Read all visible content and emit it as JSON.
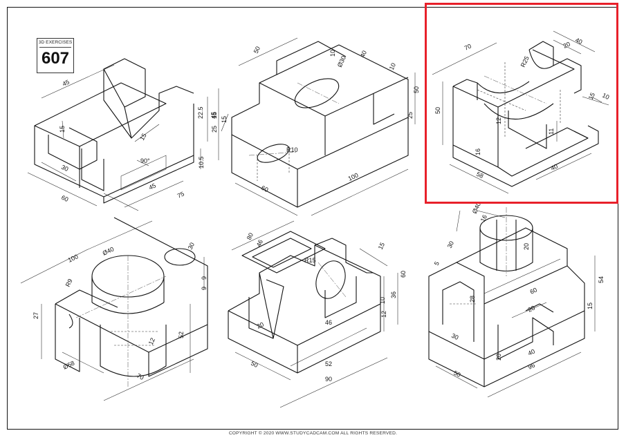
{
  "exercise": {
    "category_label": "3D EXERCISES",
    "number": "607"
  },
  "footer_text": "COPYRIGHT © 2020 WWW.STUDYCADCAM.COM ALL RIGHTS RESERVED.",
  "highlight_color": "#e8202a",
  "drawings": {
    "d1": [
      "45",
      "22.5",
      "45",
      "15",
      "15",
      "90°",
      "10.5",
      "30",
      "45",
      "75",
      "60"
    ],
    "d2": [
      "50",
      "10",
      "40",
      "Ø30",
      "10",
      "50",
      "25",
      "15",
      "15",
      "R10",
      "25",
      "60",
      "100"
    ],
    "d3": [
      "70",
      "40",
      "20",
      "R25",
      "10",
      "15",
      "50",
      "12",
      "16",
      "11",
      "40",
      "58"
    ],
    "d4": [
      "100",
      "Ø40",
      "30",
      "R9",
      "9",
      "9",
      "27",
      "12",
      "52",
      "Ø58",
      "70"
    ],
    "d5": [
      "80",
      "46",
      "15",
      "R15",
      "60",
      "10",
      "36",
      "12",
      "20",
      "46",
      "50",
      "52",
      "90"
    ],
    "d6": [
      "Ø40",
      "16",
      "30",
      "20",
      "5",
      "28",
      "60",
      "54",
      "20",
      "15",
      "30",
      "20",
      "40",
      "50",
      "96"
    ]
  }
}
